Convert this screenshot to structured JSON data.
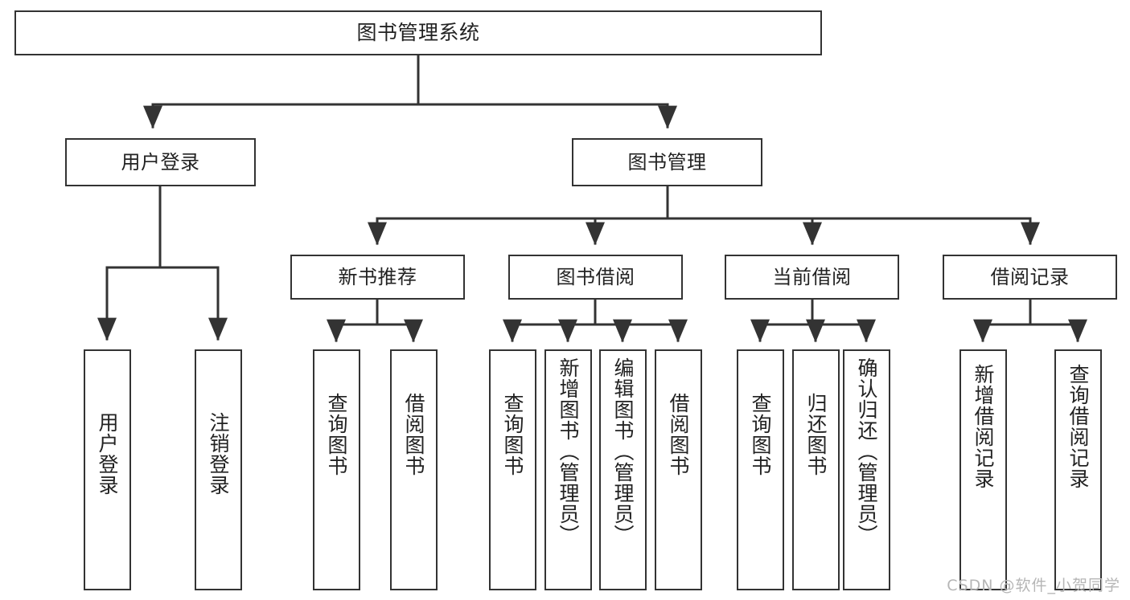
{
  "diagram": {
    "title": "图书管理系统",
    "root": {
      "label": "图书管理系统"
    },
    "level2": [
      {
        "label": "用户登录"
      },
      {
        "label": "图书管理"
      }
    ],
    "level3": [
      {
        "label": "新书推荐"
      },
      {
        "label": "图书借阅"
      },
      {
        "label": "当前借阅"
      },
      {
        "label": "借阅记录"
      }
    ],
    "leaves": {
      "user_login": [
        {
          "label": "用户登录"
        },
        {
          "label": "注销登录"
        }
      ],
      "new_book_recommend": [
        {
          "label": "查询图书"
        },
        {
          "label": "借阅图书"
        }
      ],
      "book_borrow": [
        {
          "label": "查询图书"
        },
        {
          "label": "新增图书（管理员）"
        },
        {
          "label": "编辑图书（管理员）"
        },
        {
          "label": "借阅图书"
        }
      ],
      "current_borrow": [
        {
          "label": "查询图书"
        },
        {
          "label": "归还图书"
        },
        {
          "label": "确认归还（管理员）"
        }
      ],
      "borrow_record": [
        {
          "label": "新增借阅记录"
        },
        {
          "label": "查询借阅记录"
        }
      ]
    }
  },
  "watermark": {
    "text": "CSDN @软件_小贺同学"
  },
  "style": {
    "stroke_color": "#333333",
    "text_color": "#222222",
    "background": "#ffffff",
    "watermark_color": "#b6b6b6"
  }
}
